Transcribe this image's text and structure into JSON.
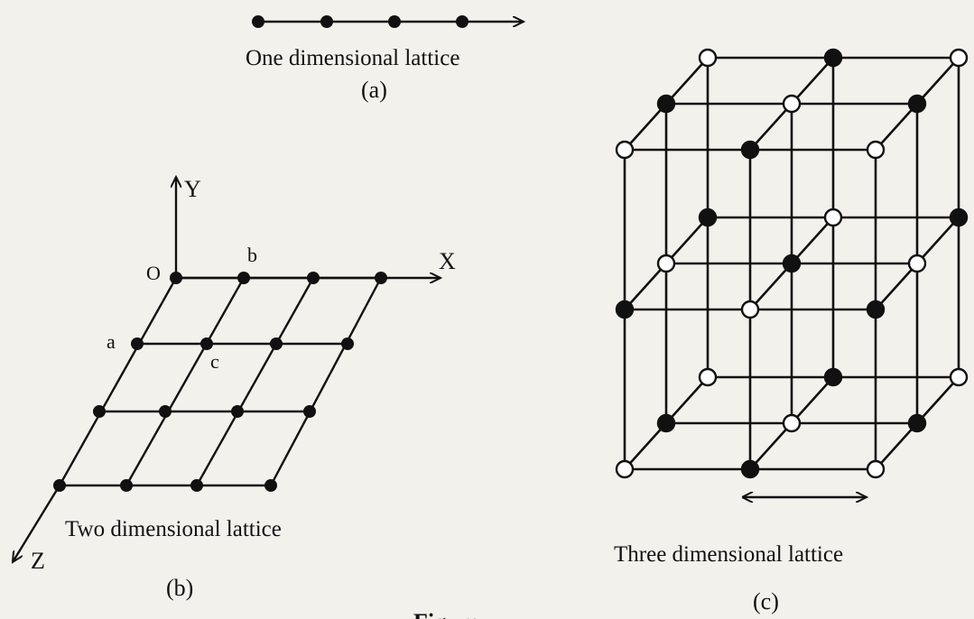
{
  "panel_a": {
    "caption": "One dimensional lattice",
    "sublabel": "(a)"
  },
  "panel_b": {
    "caption": "Two dimensional lattice",
    "sublabel": "(b)",
    "axis_x": "X",
    "axis_y": "Y",
    "axis_z": "Z",
    "origin": "O",
    "point_a": "a",
    "point_b": "b",
    "point_c": "c"
  },
  "panel_c": {
    "caption": "Three dimensional lattice",
    "sublabel": "(c)"
  },
  "figure_label": "Figure"
}
